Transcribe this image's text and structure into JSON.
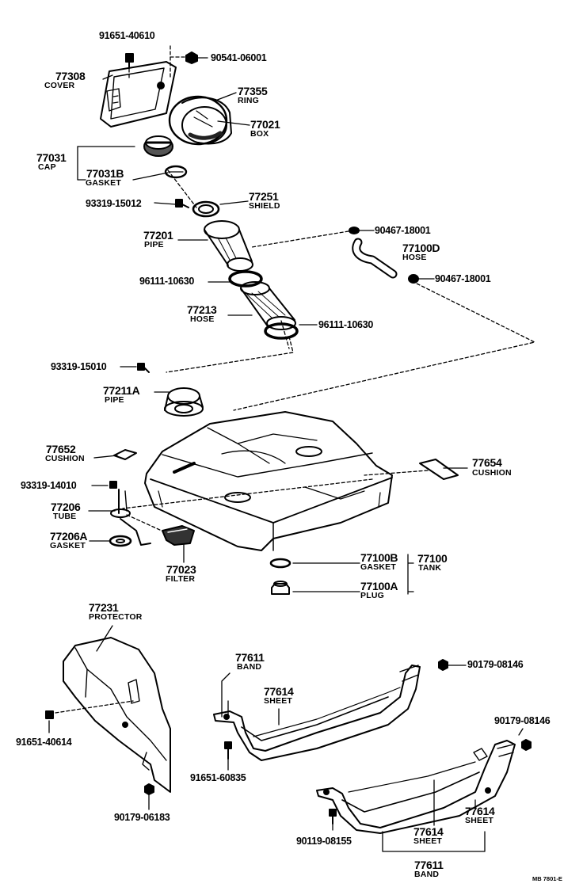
{
  "labels": {
    "l91651_40610": "91651-40610",
    "l90541_06001": "90541-06001",
    "l77308": "77308",
    "cover": "COVER",
    "l77355": "77355",
    "ring": "RING",
    "l77021": "77021",
    "box": "BOX",
    "l77031": "77031",
    "cap": "CAP",
    "l77031b": "77031B",
    "gasket_a": "GASKET",
    "l93319_15012": "93319-15012",
    "l77251": "77251",
    "shield": "SHIELD",
    "l77201": "77201",
    "pipe_a": "PIPE",
    "l90467_18001a": "90467-18001",
    "l77100d": "77100D",
    "hose_a": "HOSE",
    "l90467_18001b": "90467-18001",
    "l96111_10630a": "96111-10630",
    "l77213": "77213",
    "hose_b": "HOSE",
    "l96111_10630b": "96111-10630",
    "l93319_15010": "93319-15010",
    "l77211a": "77211A",
    "pipe_b": "PIPE",
    "l77652": "77652",
    "cushion_a": "CUSHION",
    "l77654": "77654",
    "cushion_b": "CUSHION",
    "l93319_14010": "93319-14010",
    "l77206": "77206",
    "tube": "TUBE",
    "l77206a": "77206A",
    "gasket_b": "GASKET",
    "l77023": "77023",
    "filter": "FILTER",
    "l77100b": "77100B",
    "gasket_c": "GASKET",
    "l77100": "77100",
    "tank": "TANK",
    "l77100a": "77100A",
    "plug": "PLUG",
    "l77231": "77231",
    "protector": "PROTECTOR",
    "l91651_40614": "91651-40614",
    "l90179_06183": "90179-06183",
    "l77611a": "77611",
    "band_a": "BAND",
    "l77614a": "77614",
    "sheet_a": "SHEET",
    "l90179_08146a": "90179-08146",
    "l91651_60835": "91651-60835",
    "l90179_08146b": "90179-08146",
    "l77614b": "77614",
    "sheet_b": "SHEET",
    "l77614c": "77614",
    "sheet_c": "SHEET",
    "l90119_08155": "90119-08155",
    "l77611b": "77611",
    "band_b": "BAND",
    "footer": "MB  7801-E"
  }
}
